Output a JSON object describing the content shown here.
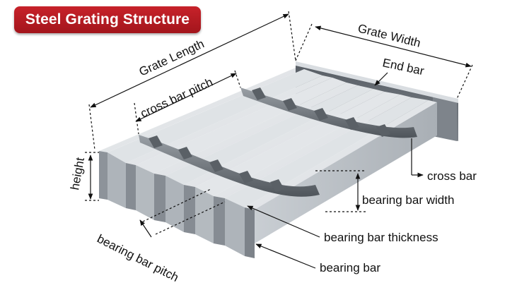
{
  "title": "Steel Grating Structure",
  "labels": {
    "grate_length": "Grate Length",
    "grate_width": "Grate Width",
    "end_bar": "End bar",
    "cross_bar_pitch": "cross bar pitch",
    "height": "height",
    "cross_bar": "cross bar",
    "bearing_bar_width": "bearing bar width",
    "bearing_bar_thickness": "bearing bar thickness",
    "bearing_bar_pitch": "bearing bar pitch",
    "bearing_bar": "bearing bar"
  },
  "colors": {
    "title_background": "#b81c23",
    "steel_light": "#e6e9ec",
    "steel_mid": "#b9bec4",
    "steel_dark": "#6f757c",
    "annotation_line": "#111111"
  }
}
